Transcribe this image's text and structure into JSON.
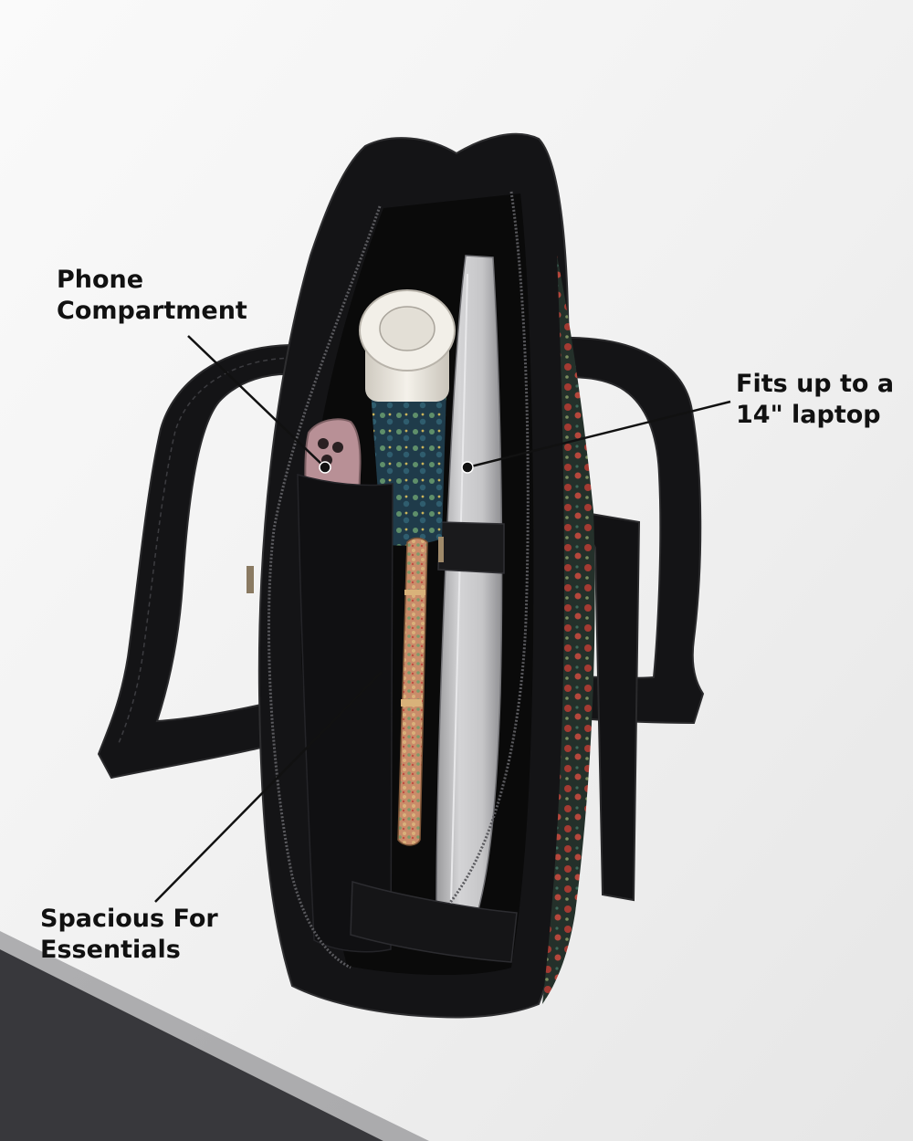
{
  "callouts": {
    "phone": {
      "line1": "Phone",
      "line2": "Compartment"
    },
    "laptop": {
      "line1": "Fits up to a",
      "line2": "14\" laptop"
    },
    "essentials": {
      "line1": "Spacious For",
      "line2": "Essentials"
    }
  },
  "colors": {
    "table_white": "#f3f3f3",
    "floor_dark": "#3a3a3e",
    "bag_black": "#141416",
    "lining_black": "#0a0a0a",
    "print_red": "#a33a32",
    "phone_pink": "#b89096",
    "laptop_silver": "#c4c4c6",
    "bottle_cream": "#ece8df",
    "pen_gold": "#c79064",
    "annotation_ink": "#111111"
  }
}
